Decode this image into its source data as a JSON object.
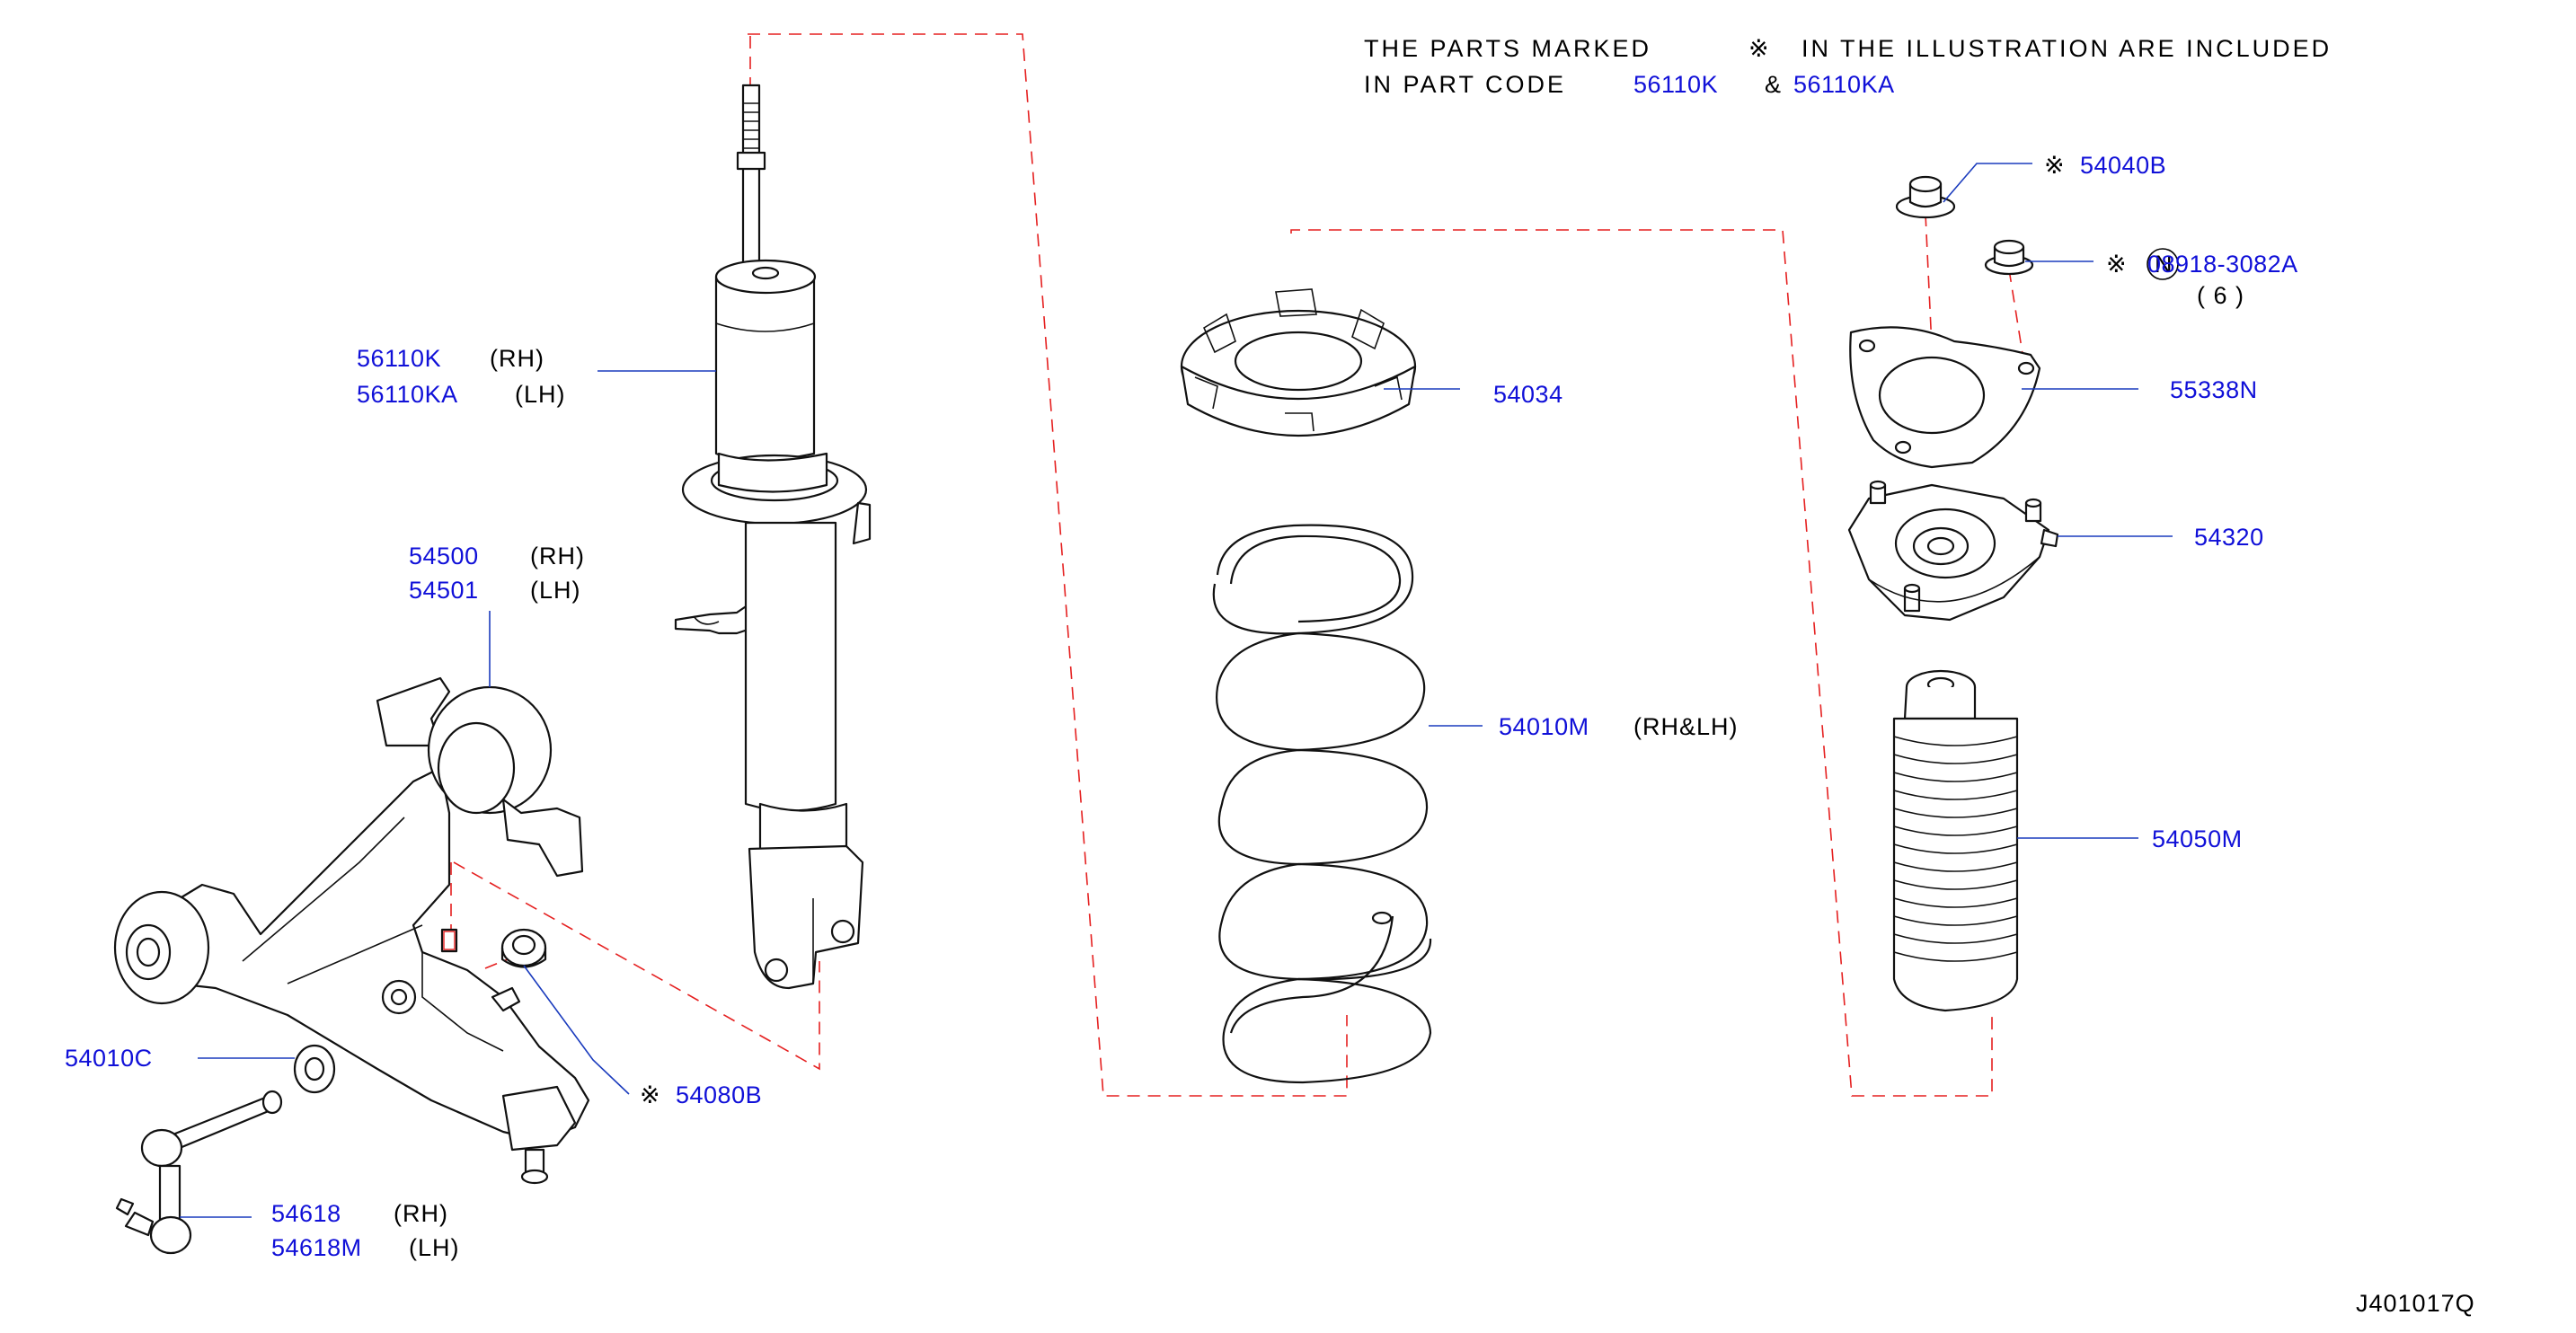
{
  "note": {
    "line1_prefix": "THE PARTS MARKED",
    "mark": "※",
    "line1_suffix": "IN THE ILLUSTRATION ARE INCLUDED",
    "line2_prefix": "IN PART CODE",
    "code1": "56110K",
    "amp": "&",
    "code2": "56110KA"
  },
  "callouts": {
    "strut": {
      "pn1": "56110K",
      "side1": "(RH)",
      "pn2": "56110KA",
      "side2": "(LH)"
    },
    "arm": {
      "pn1": "54500",
      "side1": "(RH)",
      "pn2": "54501",
      "side2": "(LH)"
    },
    "bushing": {
      "pn": "54010C"
    },
    "nut_arm": {
      "mark": "※",
      "pn": "54080B"
    },
    "link": {
      "pn1": "54618",
      "side1": "(RH)",
      "pn2": "54618M",
      "side2": "(LH)"
    },
    "seat": {
      "pn": "54034"
    },
    "spring": {
      "pn": "54010M",
      "side": "(RH&LH)"
    },
    "nut_top": {
      "mark": "※",
      "pn": "54040B"
    },
    "nut_small": {
      "mark": "※",
      "circle": "N",
      "pn": "08918-3082A",
      "qty": "( 6 )"
    },
    "plate": {
      "pn": "55338N"
    },
    "mount": {
      "pn": "54320"
    },
    "boot": {
      "pn": "54050M"
    }
  },
  "diagram_id": "J401017Q",
  "colors": {
    "part_number": "#1010d8",
    "leader": "#1a3bbd",
    "assembly_dash": "#e52020",
    "outline": "#111111"
  }
}
